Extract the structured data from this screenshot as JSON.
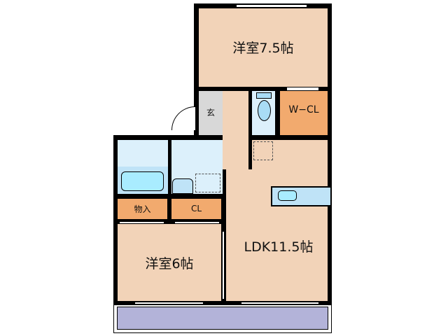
{
  "rooms": {
    "bedroom_top": "洋室7.5帖",
    "entrance": "玄",
    "walk_in_closet": "W−CL",
    "ldk": "LDK11.5帖",
    "storage": "物入",
    "closet": "CL",
    "bedroom_bottom": "洋室6帖"
  },
  "colors": {
    "room": "#f2d3b8",
    "wet_area": "#dcf0fb",
    "storage": "#f2aa6e",
    "entrance": "#d8d8d8",
    "balcony": "#b3b3d9"
  }
}
